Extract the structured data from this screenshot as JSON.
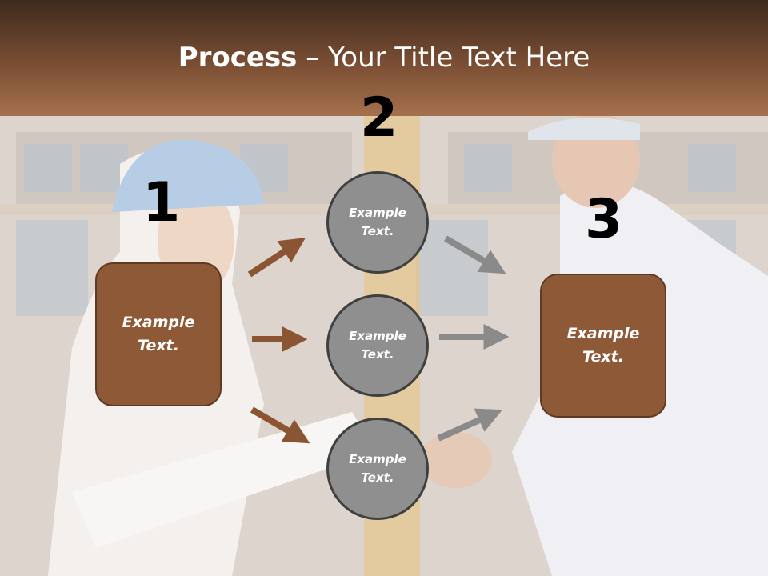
{
  "title": {
    "bold": "Process",
    "rest": " – Your Title Text Here"
  },
  "steps": {
    "one": {
      "number": "1",
      "text": "Example\nText."
    },
    "two": {
      "number": "2"
    },
    "three": {
      "number": "3",
      "text": "Example\nText."
    }
  },
  "circles": [
    {
      "text": "Example\nText."
    },
    {
      "text": "Example\nText."
    },
    {
      "text": "Example\nText."
    }
  ],
  "colors": {
    "brown": "#8e5936",
    "gray": "#8f8f8f",
    "arrow_brown": "#8b5433",
    "arrow_gray": "#8a8a8a"
  }
}
